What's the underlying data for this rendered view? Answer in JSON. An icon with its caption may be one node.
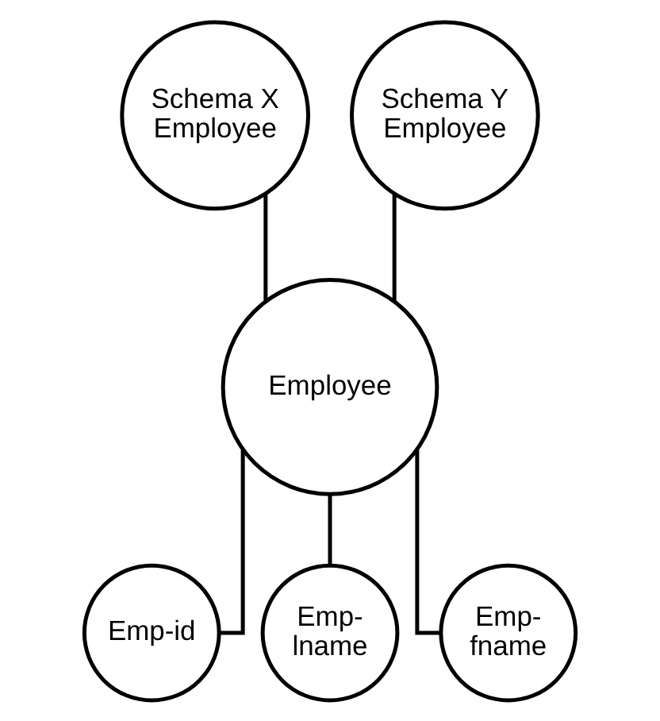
{
  "diagram": {
    "nodes": [
      {
        "text": [
          "Schema X Employee"
        ]
      },
      {
        "text": [
          "Schema Y Employee"
        ]
      },
      {
        "text": [
          "Employee"
        ]
      },
      {
        "text": [
          "Emp-id"
        ]
      },
      {
        "text": [
          "Emp- lname"
        ]
      },
      {
        "text": [
          "Emp- fname"
        ]
      }
    ],
    "edges": [
      {
        "from": 0,
        "to": 2,
        "arrow": "none"
      },
      {
        "from": 1,
        "to": 2,
        "arrow": "none"
      },
      {
        "from": 2,
        "to": 3,
        "arrow": "none"
      },
      {
        "from": 2,
        "to": 4,
        "arrow": "none"
      },
      {
        "from": 2,
        "to": 5,
        "arrow": "none"
      }
    ]
  }
}
